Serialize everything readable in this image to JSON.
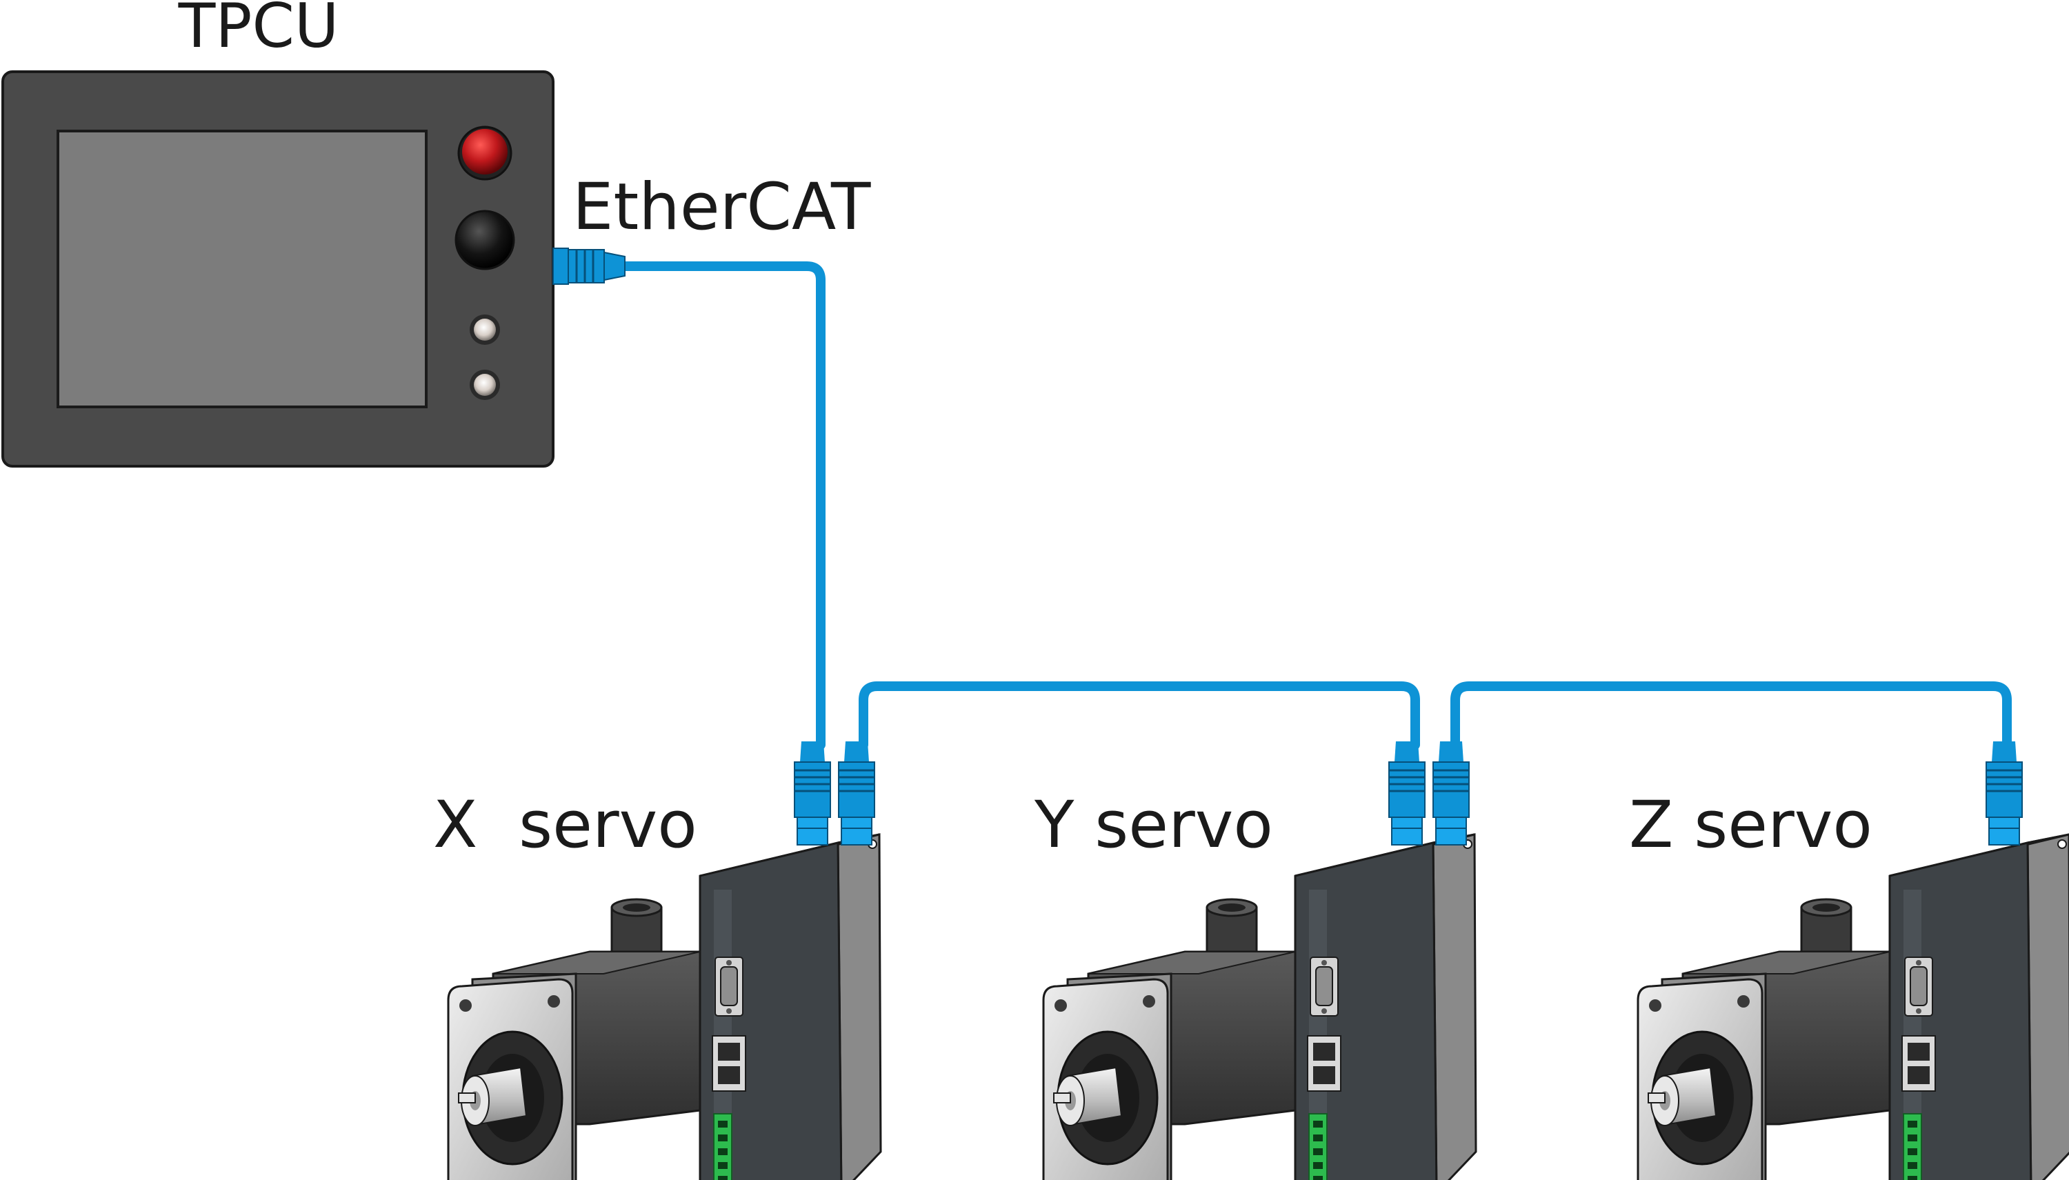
{
  "labels": {
    "controller": "TPCU",
    "network": "EtherCAT",
    "servo_x": "X  servo",
    "servo_y": "Y servo",
    "servo_z": "Z servo"
  },
  "colors": {
    "cable": "#0e93d6",
    "panel_body": "#4a4a4a",
    "screen": "#7c7c7c",
    "estop": "#c0181c",
    "drive_front": "#3e4347",
    "drive_side": "#8a8a8a",
    "motor_body": "#4a4a4a",
    "motor_flange": "#c7c7c7",
    "terminal": "#2dbb4e"
  },
  "icons": {
    "controller": "hmi-panel-icon",
    "servo": "servo-motor-drive-icon",
    "connector": "rj45-connector-icon"
  }
}
